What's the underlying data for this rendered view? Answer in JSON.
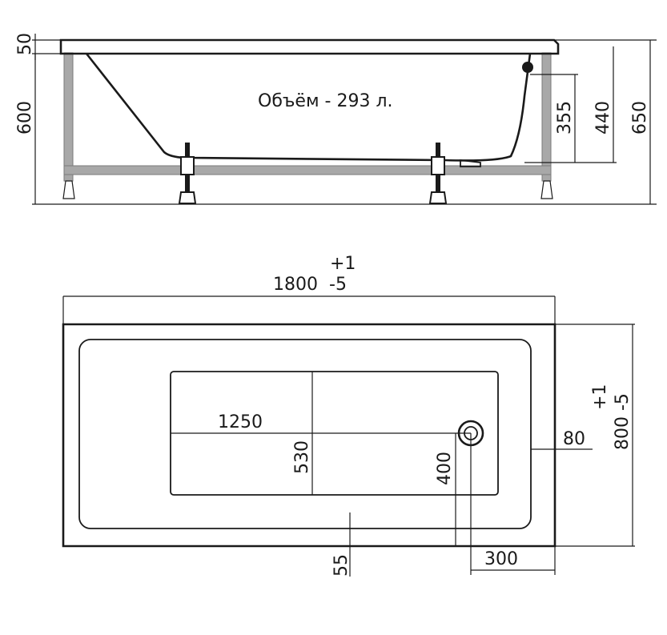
{
  "side_view": {
    "volume_label": "Объём - 293 л.",
    "dim_rim": "50",
    "dim_height_frame": "600",
    "dim_depth": "355",
    "dim_overflow": "440",
    "dim_total_height": "650"
  },
  "top_view": {
    "length_tol_plus": "+1",
    "length_main": "1800",
    "length_tol_minus": "-5",
    "width_tol_plus": "+1",
    "width_main": "800 -5",
    "inner_length": "1250",
    "inner_width": "530",
    "drain_offset_y": "400",
    "drain_offset_x": "300",
    "edge_offset": "80",
    "rim_width": "55"
  }
}
